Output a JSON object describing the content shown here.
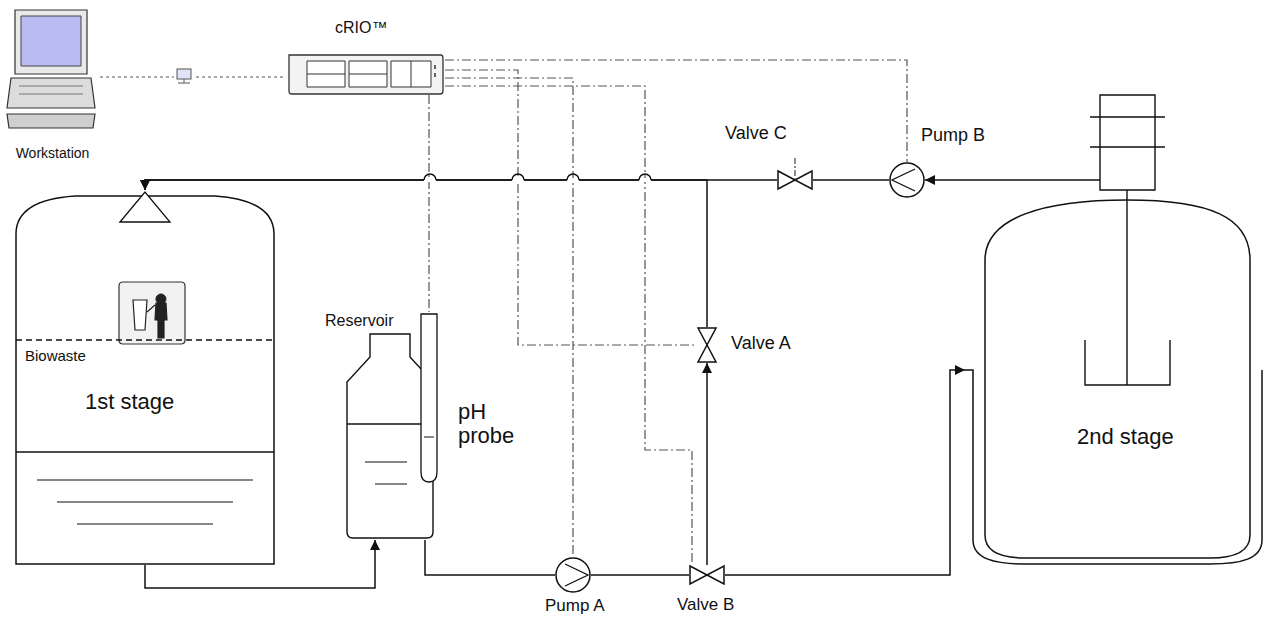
{
  "diagram": {
    "nodes": [
      {
        "text": [
          "Workstation"
        ]
      },
      {
        "text": [
          "cRIO™"
        ]
      },
      {
        "text": [
          "Biowaste",
          "1st stage"
        ]
      },
      {
        "text": [
          "Reservoir"
        ]
      },
      {
        "text": [
          "Pump A"
        ]
      },
      {
        "text": [
          "Valve B"
        ]
      },
      {
        "text": [
          "Valve A"
        ]
      },
      {
        "text": [
          "Valve C"
        ]
      },
      {
        "text": [
          "Pump B"
        ]
      },
      {
        "text": [
          "2nd stage"
        ]
      }
    ],
    "edges": [
      {
        "from": 2,
        "to": 3,
        "arrow": "to"
      },
      {
        "from": 3,
        "to": 4,
        "arrow": "none"
      },
      {
        "from": 4,
        "to": 5,
        "arrow": "none"
      },
      {
        "from": 5,
        "to": 9,
        "arrow": "to"
      },
      {
        "from": 5,
        "to": 6,
        "arrow": "to"
      },
      {
        "from": 6,
        "to": 2,
        "arrow": "to"
      },
      {
        "from": 7,
        "to": 2,
        "arrow": "to"
      },
      {
        "from": 8,
        "to": 7,
        "arrow": "none"
      },
      {
        "from": 9,
        "to": 8,
        "arrow": "to"
      },
      {
        "from": 0,
        "to": 1,
        "arrow": "none"
      },
      {
        "from": 1,
        "to": 8,
        "arrow": "none"
      },
      {
        "from": 1,
        "to": 6,
        "arrow": "none"
      },
      {
        "from": 1,
        "to": 3,
        "arrow": "none"
      },
      {
        "from": 1,
        "to": 4,
        "arrow": "none"
      },
      {
        "from": 1,
        "to": 5,
        "arrow": "none"
      }
    ],
    "labels": [
      "pH probe"
    ]
  }
}
